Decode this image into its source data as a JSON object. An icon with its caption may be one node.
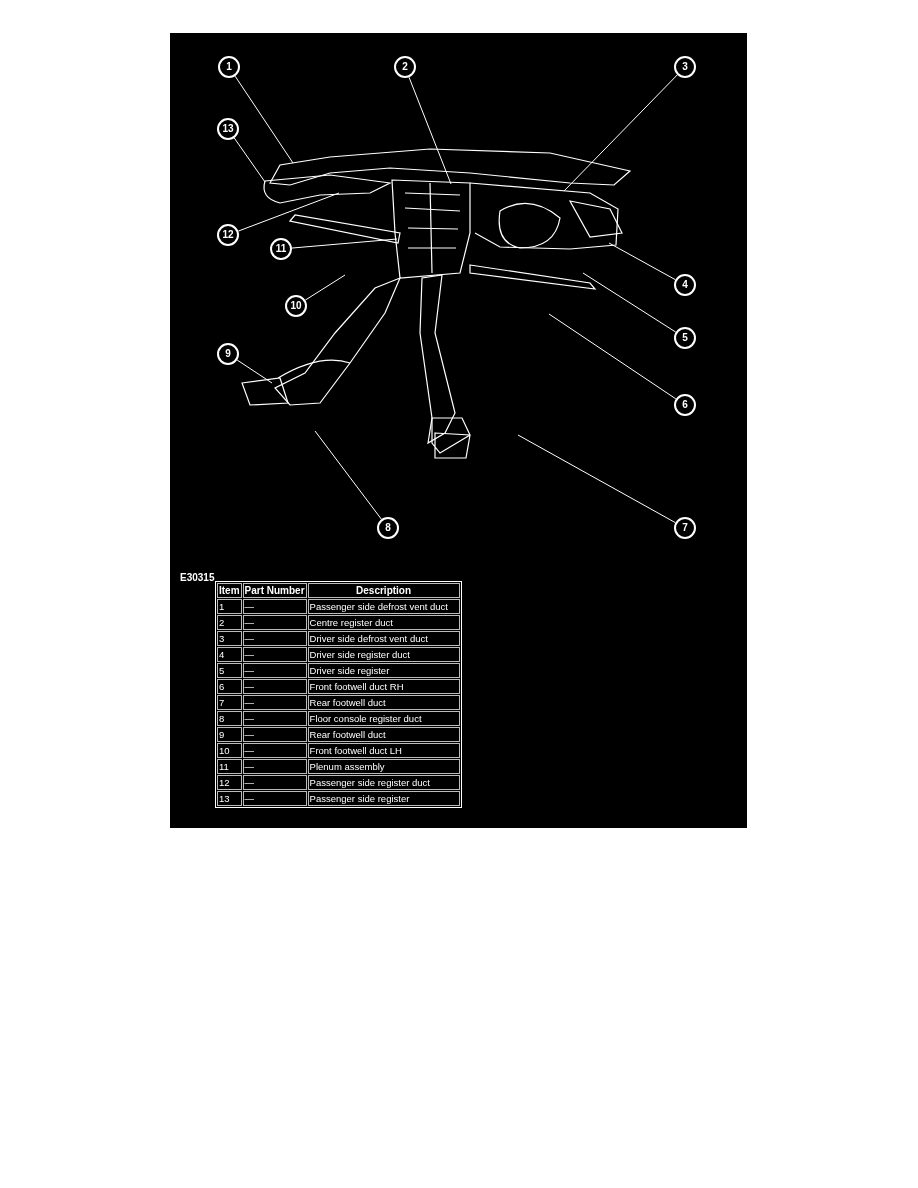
{
  "diagram": {
    "nodes": [
      {
        "text": [
          "1"
        ]
      },
      {
        "text": [
          "2"
        ]
      },
      {
        "text": [
          "3"
        ]
      },
      {
        "text": [
          "4"
        ]
      },
      {
        "text": [
          "5"
        ]
      },
      {
        "text": [
          "6"
        ]
      },
      {
        "text": [
          "7"
        ]
      },
      {
        "text": [
          "8"
        ]
      },
      {
        "text": [
          "9"
        ]
      },
      {
        "text": [
          "10"
        ]
      },
      {
        "text": [
          "11"
        ]
      },
      {
        "text": [
          "12"
        ]
      },
      {
        "text": [
          "13"
        ]
      }
    ],
    "edges": [
      {
        "from": 0,
        "to": null,
        "arrow": "none"
      },
      {
        "from": 1,
        "to": null,
        "arrow": "none"
      },
      {
        "from": 2,
        "to": null,
        "arrow": "none"
      },
      {
        "from": 3,
        "to": null,
        "arrow": "none"
      },
      {
        "from": 4,
        "to": null,
        "arrow": "none"
      },
      {
        "from": 5,
        "to": null,
        "arrow": "none"
      },
      {
        "from": 6,
        "to": null,
        "arrow": "none"
      },
      {
        "from": 7,
        "to": null,
        "arrow": "none"
      },
      {
        "from": 8,
        "to": null,
        "arrow": "none"
      },
      {
        "from": 9,
        "to": null,
        "arrow": "none"
      },
      {
        "from": 10,
        "to": null,
        "arrow": "none"
      },
      {
        "from": 11,
        "to": null,
        "arrow": "none"
      },
      {
        "from": 12,
        "to": null,
        "arrow": "none"
      }
    ],
    "labels": [
      "E30315",
      "Item",
      "Part Number",
      "Description",
      "1",
      "—",
      "Passenger side defrost vent duct",
      "2",
      "—",
      "Centre register duct",
      "3",
      "—",
      "Driver side defrost vent duct",
      "4",
      "—",
      "Driver side register duct",
      "5",
      "—",
      "Driver side register",
      "6",
      "—",
      "Front footwell duct RH",
      "7",
      "—",
      "Rear footwell duct",
      "8",
      "—",
      "Floor console register duct",
      "9",
      "—",
      "Rear footwell duct",
      "10",
      "—",
      "Front footwell duct LH",
      "11",
      "—",
      "Plenum assembly",
      "12",
      "—",
      "Passenger side register duct",
      "13",
      "—",
      "Passenger side register"
    ]
  }
}
